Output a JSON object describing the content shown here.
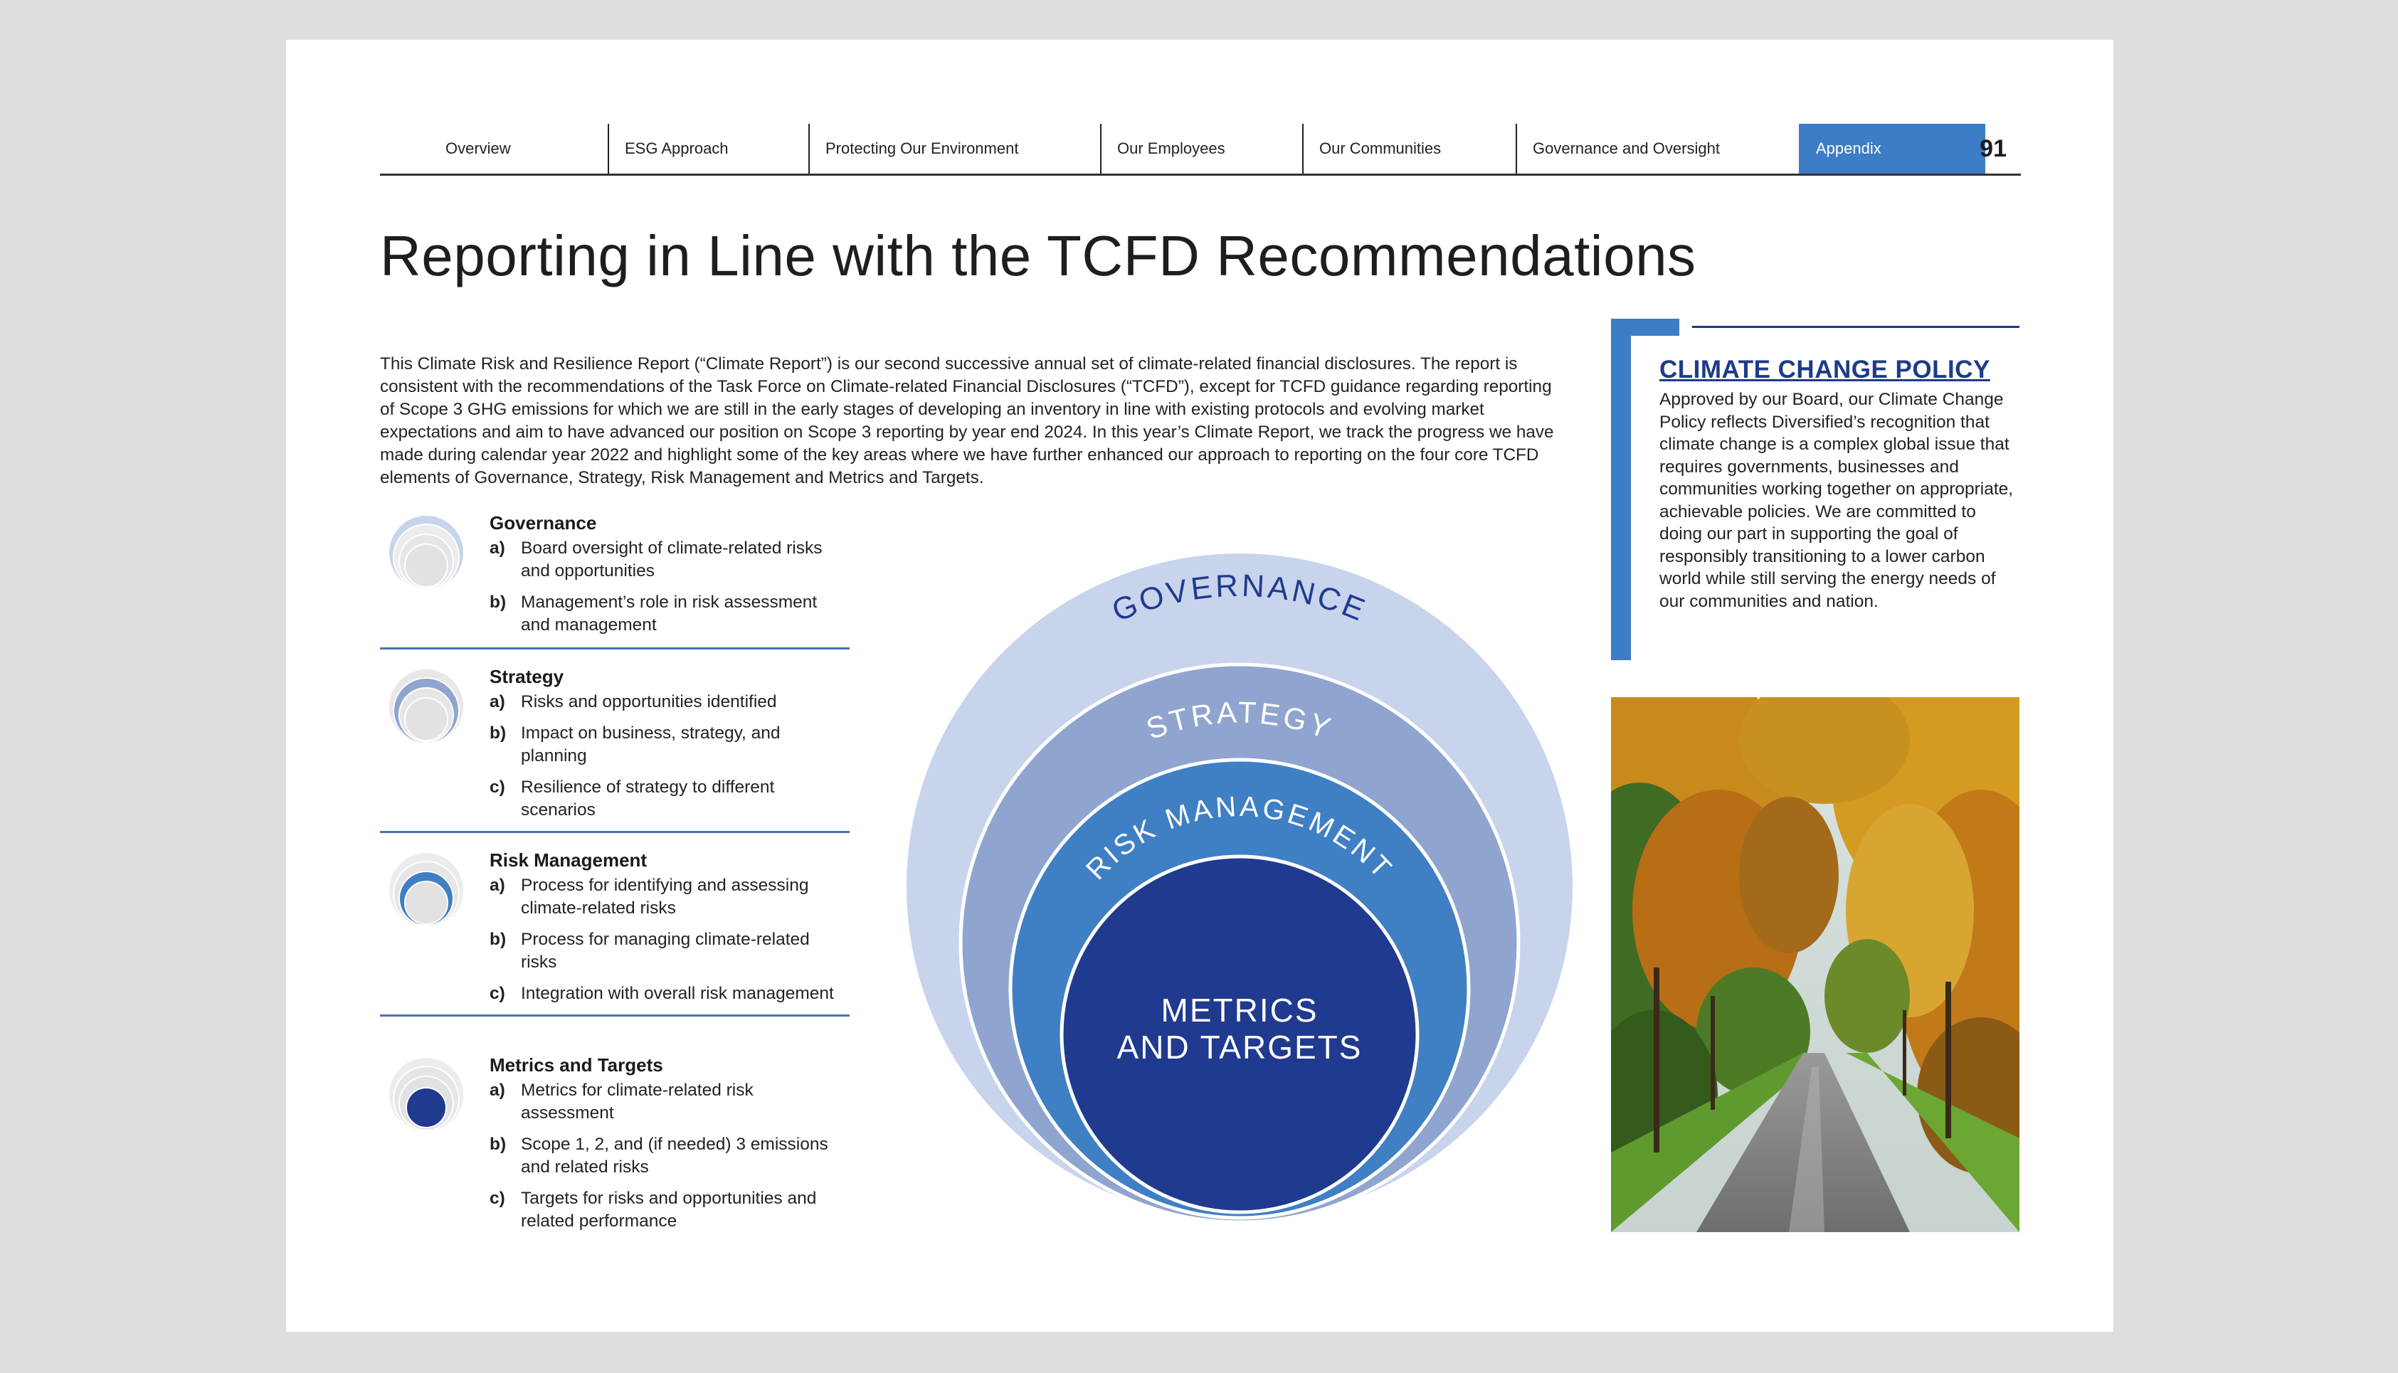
{
  "nav": {
    "tabs": [
      {
        "label": "Overview"
      },
      {
        "label": "ESG Approach"
      },
      {
        "label": "Protecting Our Environment"
      },
      {
        "label": "Our Employees"
      },
      {
        "label": "Our Communities"
      },
      {
        "label": "Governance and Oversight"
      },
      {
        "label": "Appendix"
      }
    ],
    "page_number": "91",
    "accent_color": "#3d7cc6"
  },
  "title": "Reporting in Line with the TCFD Recommendations",
  "intro": "This Climate Risk and Resilience Report (“Climate Report”) is our second successive annual set of climate-related financial disclosures. The report is consistent with the recommendations of the Task Force on Climate-related Financial Disclosures (“TCFD”), except for TCFD guidance regarding reporting of Scope 3 GHG emissions for which we are still in the early stages of developing an inventory in line with existing protocols and evolving market expectations and aim to have advanced our position on Scope 3 reporting by year end 2024. In this year’s Climate Report, we track the progress we have made during calendar year 2022 and highlight some of the key areas where we have further enhanced our approach to reporting on the four core TCFD elements of Governance, Strategy, Risk Management and Metrics and Targets.",
  "pillars": [
    {
      "title": "Governance",
      "items": [
        {
          "letter": "a)",
          "text": "Board oversight of climate-related risks and opportunities"
        },
        {
          "letter": "b)",
          "text": "Management’s role in risk assessment and management"
        }
      ]
    },
    {
      "title": "Strategy",
      "items": [
        {
          "letter": "a)",
          "text": "Risks and opportunities identified"
        },
        {
          "letter": "b)",
          "text": "Impact on business, strategy, and planning"
        },
        {
          "letter": "c)",
          "text": "Resilience of strategy to different scenarios"
        }
      ]
    },
    {
      "title": "Risk Management",
      "items": [
        {
          "letter": "a)",
          "text": "Process for identifying and assessing climate-related risks"
        },
        {
          "letter": "b)",
          "text": "Process for managing climate-related risks"
        },
        {
          "letter": "c)",
          "text": "Integration with overall risk management"
        }
      ]
    },
    {
      "title": "Metrics and Targets",
      "items": [
        {
          "letter": "a)",
          "text": "Metrics for climate-related risk assessment"
        },
        {
          "letter": "b)",
          "text": "Scope 1, 2, and (if needed) 3 emissions and related risks"
        },
        {
          "letter": "c)",
          "text": "Targets for risks and opportunities and related performance"
        }
      ]
    }
  ],
  "diagram": {
    "governance": "GOVERNANCE",
    "strategy": "STRATEGY",
    "risk_management": "RISK MANAGEMENT",
    "metrics_line1": "METRICS",
    "metrics_line2": "AND TARGETS",
    "colors": {
      "governance": "#c8d4ec",
      "strategy": "#8fa5cf",
      "risk_management": "#3f7fc4",
      "metrics": "#1f3a8f",
      "governance_text": "#1f3a8f"
    }
  },
  "policy": {
    "title": "CLIMATE CHANGE POLICY",
    "text": "Approved by our Board, our Climate Change Policy reflects Diversified’s recognition that climate change is a complex global issue that requires governments, businesses and communities working together on appropriate, achievable policies. We are committed to doing our part in supporting the goal of responsibly transitioning to a lower carbon world while still serving the energy needs of our communities and nation."
  }
}
